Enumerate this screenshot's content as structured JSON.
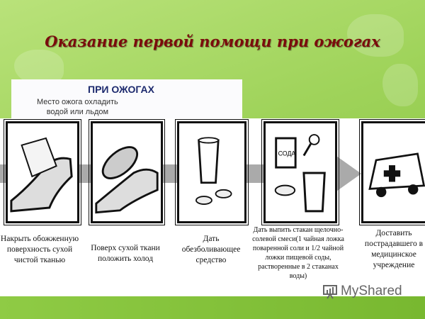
{
  "slide": {
    "title": "Оказание первой помощи при ожогах",
    "header_panel": {
      "heading": "ПРИ ОЖОГАХ",
      "subtext_line1": "Место ожога охладить",
      "subtext_line2": "водой или льдом"
    },
    "steps": [
      {
        "caption": "Накрыть обожженную поверхность сухой чистой тканью",
        "icon": "foot-cloth-icon"
      },
      {
        "caption": "Поверх сухой ткани положить холод",
        "icon": "ice-pack-icon"
      },
      {
        "caption": "Дать обезболивающее средство",
        "icon": "pills-glass-icon"
      },
      {
        "caption": "Дать выпить стакан щелочно-солевой смеси(1 чайная ложка поваренной соли и 1/2 чайной ложки пищевой соды, растворенные в 2 стаканах воды)",
        "icon": "soda-glass-icon",
        "pack_label": "СОДА"
      },
      {
        "caption": "Доставить пострадавшего в медицинское учреждение",
        "icon": "ambulance-icon"
      }
    ],
    "watermark": "MyShared",
    "colors": {
      "title": "#7a0c0c",
      "heading": "#1d2a6e",
      "background": "#9fd35a"
    }
  }
}
